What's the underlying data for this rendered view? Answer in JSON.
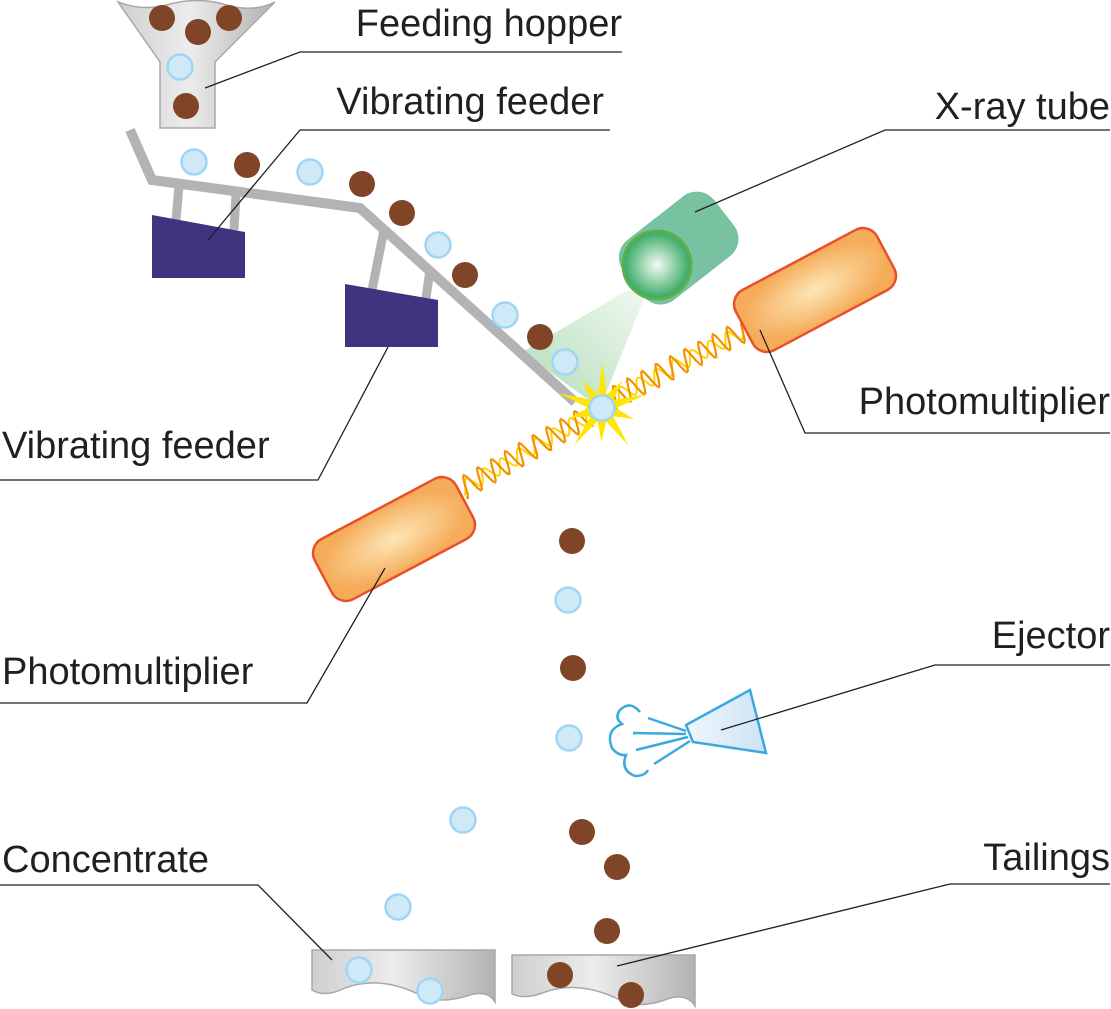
{
  "labels": {
    "feeding_hopper": "Feeding hopper",
    "vibrating_feeder_top": "Vibrating feeder",
    "xray_tube": "X-ray tube",
    "photomultiplier_right": "Photomultiplier",
    "vibrating_feeder_bottom": "Vibrating feeder",
    "photomultiplier_left": "Photomultiplier",
    "ejector": "Ejector",
    "concentrate": "Concentrate",
    "tailings": "Tailings"
  },
  "colors": {
    "ore_particle": "#7f4526",
    "waste_particle": "#d0e9f7",
    "waste_particle_outline": "#9fd6f5",
    "feeder_block": "#3f3480",
    "chute": "#b3b3b5",
    "xray_tube": "#78c2a2",
    "photomultiplier": "#f5ac5a",
    "photomultiplier_outline": "#e8502a",
    "flash": "#ffe600",
    "ejector": "#3aa9df"
  }
}
